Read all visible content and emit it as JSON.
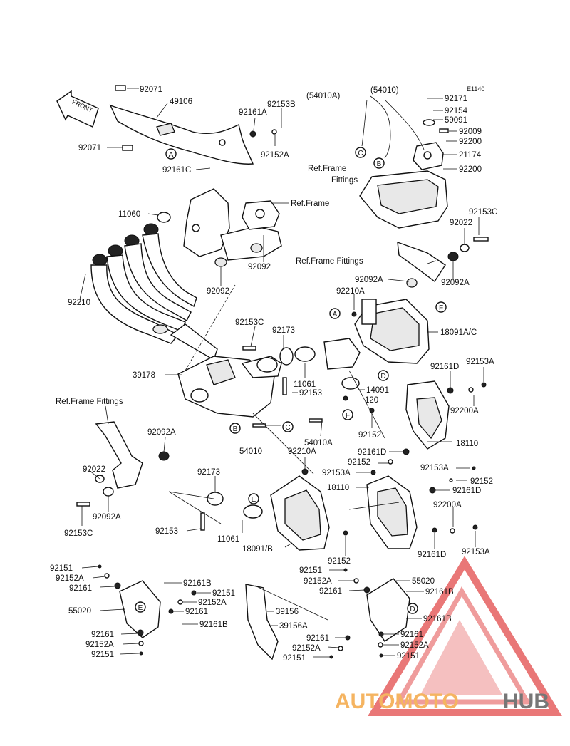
{
  "diagram_code": "E1140",
  "front_label": "FRONT",
  "watermark": {
    "part1": "AUTOMOTO",
    "part2": "HUB",
    "color1": "#f5b461",
    "color2": "#777777",
    "triangle_color": "#e24a4a"
  },
  "circle_markers": [
    "A",
    "A",
    "B",
    "B",
    "C",
    "C",
    "D",
    "D",
    "E",
    "E",
    "F",
    "F"
  ],
  "labels": [
    "92071",
    "49106",
    "92071",
    "92161A",
    "92153B",
    "92152A",
    "92161C",
    "(54010A)",
    "(54010)",
    "E1140",
    "92171",
    "92154",
    "59091",
    "92009",
    "92200",
    "21174",
    "92200",
    "Ref.Frame",
    "Fittings",
    "11060",
    "Ref.Frame",
    "92092",
    "92092",
    "92153C",
    "92022",
    "Ref.Frame Fittings",
    "92092A",
    "92092A",
    "92210A",
    "92210",
    "92153C",
    "92173",
    "18091A/C",
    "39178",
    "11061",
    "92153",
    "14091",
    "120",
    "92161D",
    "92153A",
    "92200A",
    "Ref.Frame Fittings",
    "92092A",
    "B",
    "54010",
    "54010A",
    "92152",
    "18110",
    "92210A",
    "92161D",
    "92152",
    "92153A",
    "92022",
    "92173",
    "18110",
    "92153A",
    "92152",
    "92161D",
    "92200A",
    "92092A",
    "92153C",
    "92153",
    "11061",
    "18091/B",
    "92152",
    "92161D",
    "92153A",
    "92151",
    "92152A",
    "92161",
    "92161B",
    "92151",
    "92152A",
    "92161",
    "55020",
    "92161B",
    "92161",
    "92152A",
    "92151",
    "92151",
    "92152A",
    "92161",
    "55020",
    "92161B",
    "39156",
    "39156A",
    "92161B",
    "92161",
    "92152A",
    "92151",
    "92161",
    "92152A",
    "92151"
  ]
}
